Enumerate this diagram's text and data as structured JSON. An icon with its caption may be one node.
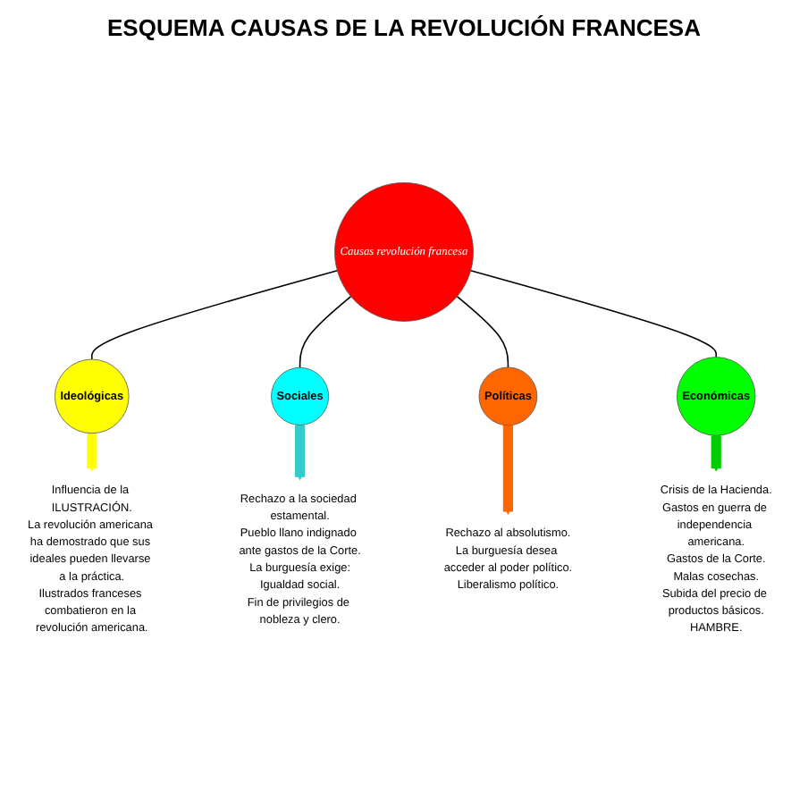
{
  "diagram": {
    "title": "ESQUEMA CAUSAS DE LA REVOLUCIÓN FRANCESA",
    "nodes": [
      {
        "text": [
          "Influencia de la ILUSTRACIÓN.",
          "La revolución americana ha demostrado que sus ideales pueden llevarse a la práctica.",
          "Ilustrados franceses combatieron en la revolución americana."
        ]
      },
      {
        "text": [
          "Ideológicas"
        ]
      },
      {
        "text": [
          "Rechazo a la sociedad estamental.",
          "Pueblo llano indignado ante gastos de la Corte.",
          "La burguesía exige:",
          "Igualdad social.",
          "Fin de privilegios de nobleza y clero."
        ]
      },
      {
        "text": [
          "Sociales"
        ]
      },
      {
        "text": [
          "Causas revolución francesa"
        ]
      },
      {
        "text": [
          "Políticas"
        ]
      },
      {
        "text": [
          "Rechazo al absolutismo.",
          "La burguesía desea acceder al poder político.",
          "Liberalismo político."
        ]
      },
      {
        "text": [
          "Económicas"
        ]
      },
      {
        "text": [
          "Crisis de la Hacienda.",
          "Gastos en guerra de independencia americana.",
          "Gastos de la Corte.",
          "Malas cosechas.",
          "Subida del precio de productos básicos.",
          "HAMBRE."
        ]
      }
    ],
    "edges": [
      {
        "from": 4,
        "to": 1,
        "arrow": "none"
      },
      {
        "from": 4,
        "to": 3,
        "arrow": "none"
      },
      {
        "from": 4,
        "to": 5,
        "arrow": "none"
      },
      {
        "from": 4,
        "to": 7,
        "arrow": "none"
      },
      {
        "from": 1,
        "to": 0,
        "arrow": "to",
        "style": "thick",
        "color": "#ffff00"
      },
      {
        "from": 3,
        "to": 2,
        "arrow": "to",
        "style": "thick",
        "color": "#33cccc"
      },
      {
        "from": 5,
        "to": 6,
        "arrow": "to",
        "style": "thick",
        "color": "#ff6600"
      },
      {
        "from": 7,
        "to": 8,
        "arrow": "to",
        "style": "thick",
        "color": "#00cc00"
      }
    ]
  }
}
